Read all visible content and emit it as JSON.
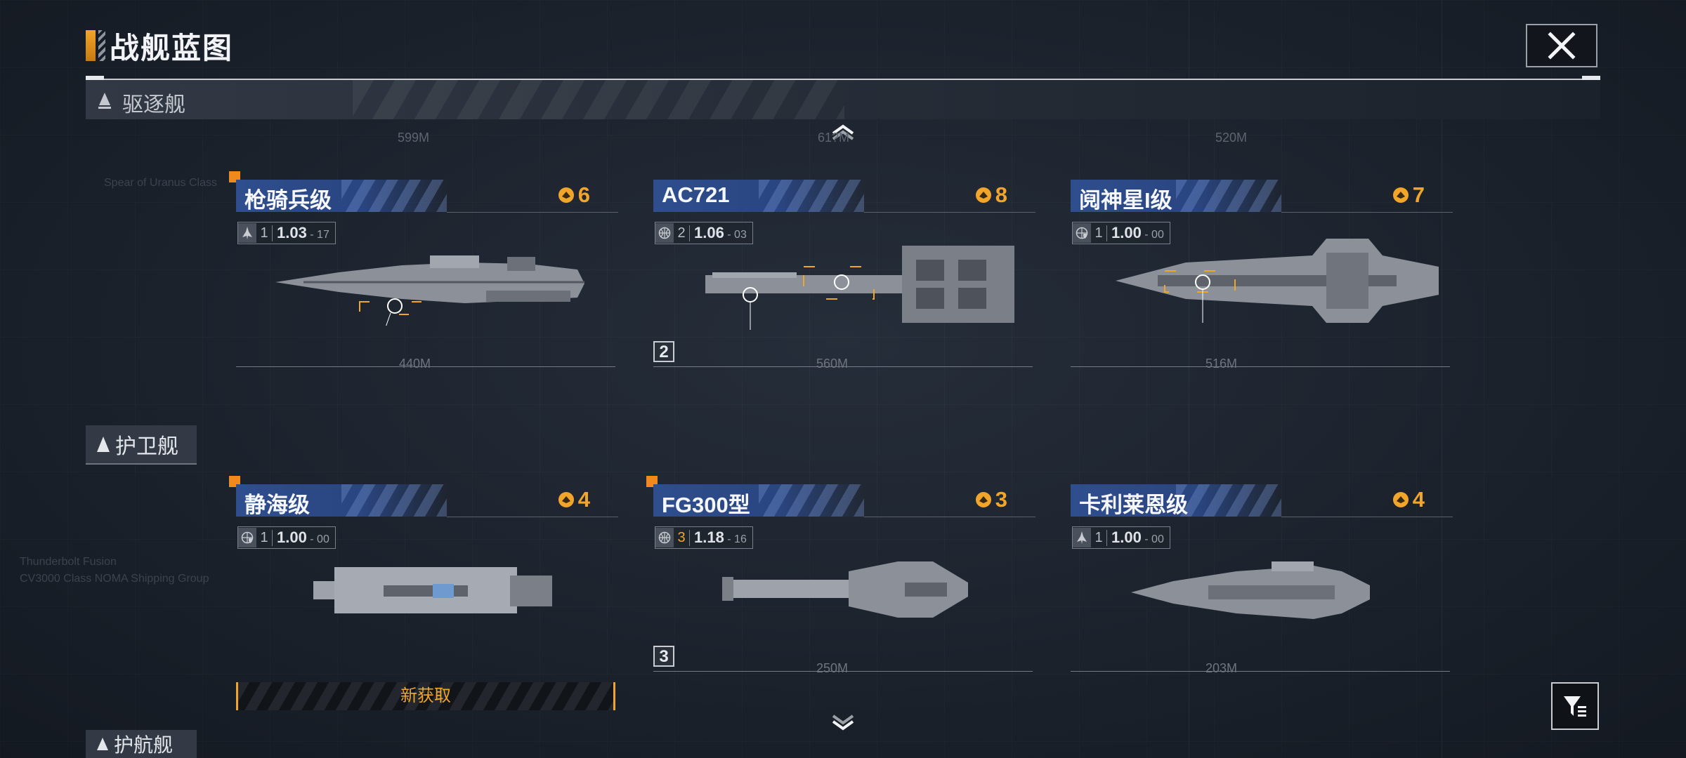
{
  "header": {
    "title": "战舰蓝图",
    "close_icon": "close-icon"
  },
  "colors": {
    "accent": "#f1a52b",
    "name_bar": "#2f4e8e",
    "new_dot": "#f08a1c"
  },
  "categories": {
    "destroyer": "驱逐舰",
    "frigate": "护卫舰",
    "next_partial": "护航舰"
  },
  "scale_labels": {
    "top": [
      "599M",
      "61?M",
      "520M"
    ],
    "row1": [
      "440M",
      "560M",
      "516M"
    ],
    "row2": [
      "250M",
      "203M"
    ]
  },
  "ships": [
    {
      "name": "枪骑兵级",
      "cost": "6",
      "tier": "1",
      "ver": "1.03",
      "ver_sub": "17",
      "type_icon": "fighter-icon",
      "new": true
    },
    {
      "name": "AC721",
      "cost": "8",
      "tier": "2",
      "ver": "1.06",
      "ver_sub": "03",
      "type_icon": "globe-icon",
      "new": false,
      "tier_badge": "2"
    },
    {
      "name": "阋神星I级",
      "cost": "7",
      "tier": "1",
      "ver": "1.00",
      "ver_sub": "00",
      "type_icon": "globe-shield-icon",
      "new": false
    },
    {
      "name": "静海级",
      "cost": "4",
      "tier": "1",
      "ver": "1.00",
      "ver_sub": "00",
      "type_icon": "globe-shield-icon",
      "new": true,
      "new_label": "新获取"
    },
    {
      "name": "FG300型",
      "cost": "3",
      "tier": "3",
      "ver": "1.18",
      "ver_sub": "16",
      "type_icon": "globe-icon",
      "new": true,
      "tier_badge": "3"
    },
    {
      "name": "卡利莱恩级",
      "cost": "4",
      "tier": "1",
      "ver": "1.00",
      "ver_sub": "00",
      "type_icon": "fighter-icon",
      "new": false
    }
  ],
  "buttons": {
    "scroll_up": "chevron-up-icon",
    "scroll_down": "chevron-down-icon",
    "filter": "filter-icon"
  }
}
